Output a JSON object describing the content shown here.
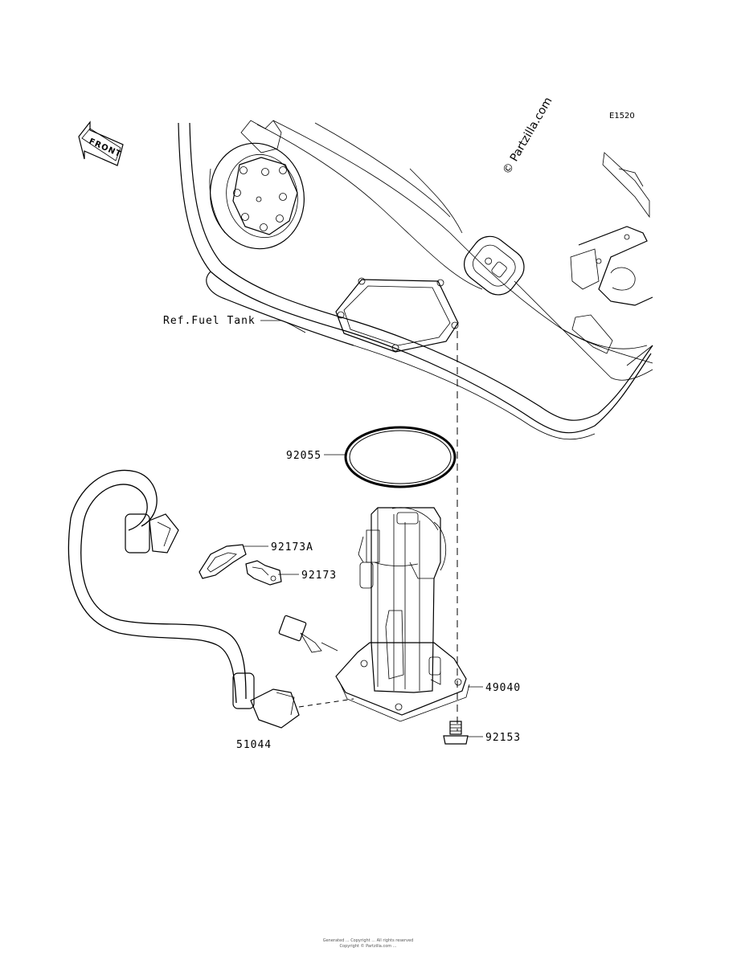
{
  "diagram": {
    "code": "E1520",
    "watermark": "© Partzilla.com",
    "front_label": "FRONT",
    "callouts": [
      {
        "id": "ref-fuel-tank",
        "text": "Ref.Fuel Tank"
      },
      {
        "id": "92055",
        "text": "92055"
      },
      {
        "id": "92173A",
        "text": "92173A"
      },
      {
        "id": "92173",
        "text": "92173"
      },
      {
        "id": "49040",
        "text": "49040"
      },
      {
        "id": "92153",
        "text": "92153"
      },
      {
        "id": "51044",
        "text": "51044"
      }
    ],
    "footer": [
      "Generated ... Copyright ... All rights reserved",
      "Copyright © Partzilla.com ..."
    ]
  }
}
